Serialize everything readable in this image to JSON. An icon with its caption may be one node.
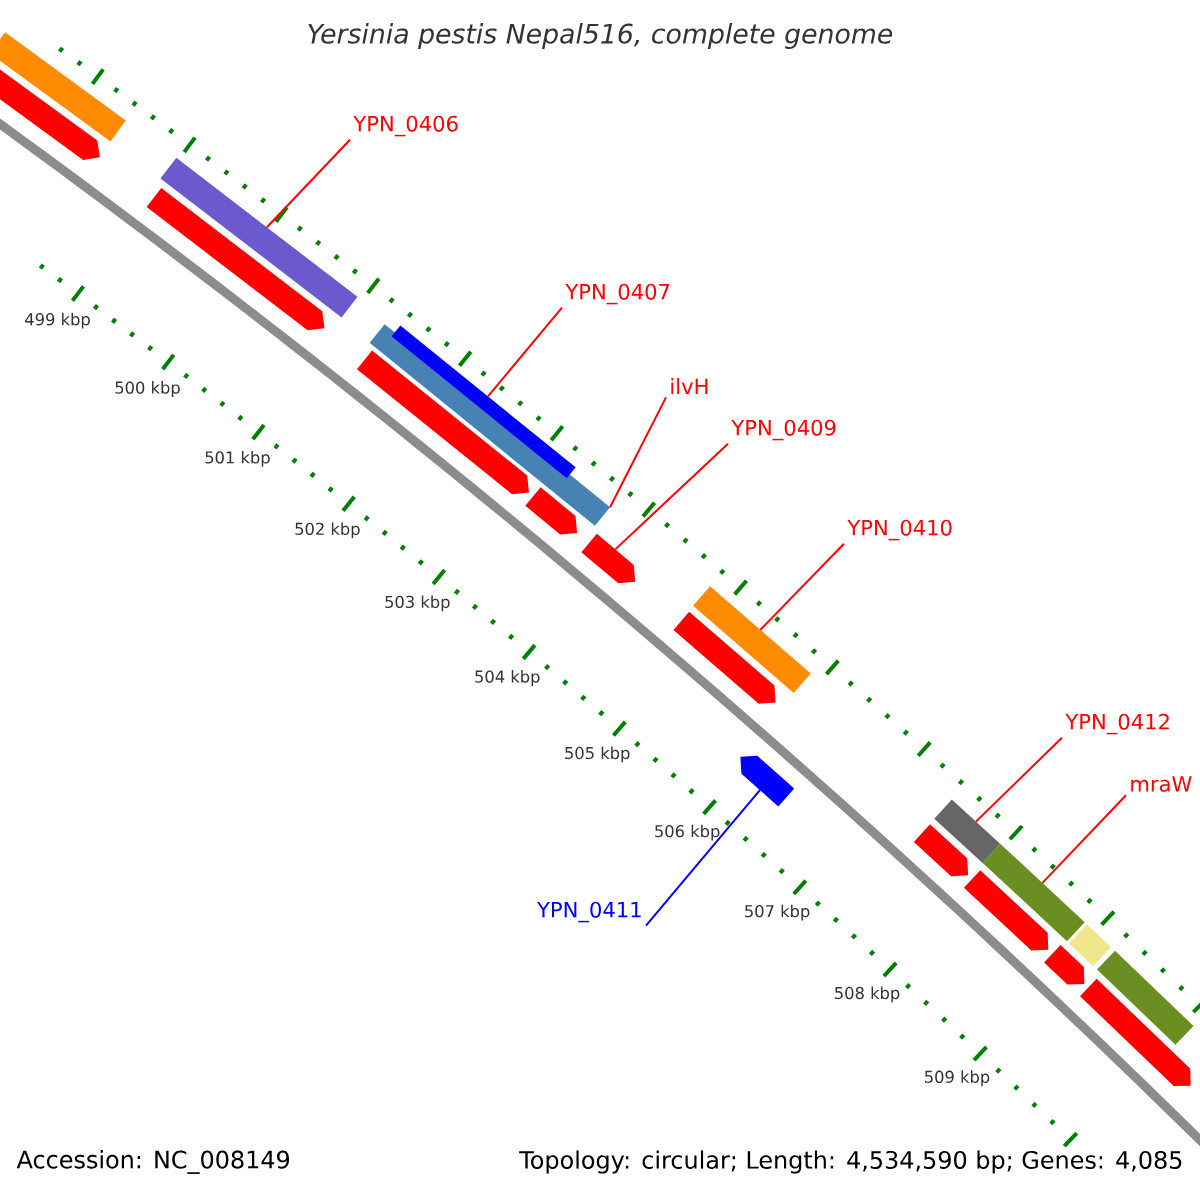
{
  "diagram": {
    "title": "Yersinia pestis Nepal516, complete genome",
    "nodes": [
      {
        "text": [
          "YPN_0406"
        ]
      },
      {
        "text": [
          "YPN_0407"
        ]
      },
      {
        "text": [
          "ilvH"
        ]
      },
      {
        "text": [
          "YPN_0409"
        ]
      },
      {
        "text": [
          "YPN_0410"
        ]
      },
      {
        "text": [
          "YPN_0411"
        ]
      },
      {
        "text": [
          "YPN_0412"
        ]
      },
      {
        "text": [
          "mraW"
        ]
      },
      {
        "text": [],
        "shape": "bar"
      },
      {
        "text": [],
        "shape": "arrow"
      },
      {
        "text": [],
        "shape": "bar"
      },
      {
        "text": [],
        "shape": "arrow"
      },
      {
        "text": [],
        "shape": "bar"
      },
      {
        "text": [],
        "shape": "arrow"
      },
      {
        "text": [],
        "shape": "bar"
      },
      {
        "text": [],
        "shape": "arrow"
      },
      {
        "text": [],
        "shape": "arrow"
      },
      {
        "text": [],
        "shape": "bar"
      },
      {
        "text": [],
        "shape": "arrow"
      },
      {
        "text": [],
        "shape": "arrow"
      },
      {
        "text": [],
        "shape": "arrow"
      },
      {
        "text": [],
        "shape": "bar"
      },
      {
        "text": [],
        "shape": "bar"
      },
      {
        "text": [],
        "shape": "arrow"
      },
      {
        "text": [],
        "shape": "arrow"
      },
      {
        "text": [],
        "shape": "bar"
      },
      {
        "text": [],
        "shape": "bar"
      },
      {
        "text": [],
        "shape": "arrow"
      }
    ],
    "edges": [
      {
        "from": 0,
        "to": 10,
        "arrow": "none"
      },
      {
        "from": 1,
        "to": 14,
        "arrow": "none"
      },
      {
        "from": 2,
        "to": 12,
        "arrow": "none"
      },
      {
        "from": 3,
        "to": 16,
        "arrow": "none"
      },
      {
        "from": 4,
        "to": 17,
        "arrow": "none"
      },
      {
        "from": 5,
        "to": 19,
        "arrow": "none",
        "color": "#0000ff"
      },
      {
        "from": 6,
        "to": 21,
        "arrow": "none"
      },
      {
        "from": 7,
        "to": 22,
        "arrow": "none"
      }
    ],
    "labels": [
      "499 kbp",
      "500 kbp",
      "501 kbp",
      "502 kbp",
      "503 kbp",
      "504 kbp",
      "505 kbp",
      "506 kbp",
      "507 kbp",
      "508 kbp",
      "509 kbp",
      "Accession: NC_008149",
      "Topology: circular; Length: 4,534,590 bp; Genes: 4,085"
    ]
  }
}
